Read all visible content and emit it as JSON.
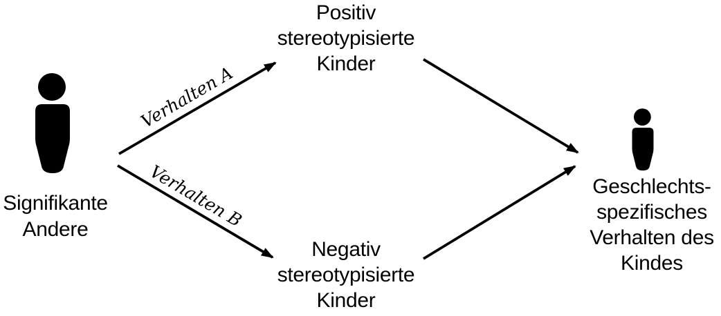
{
  "diagram": {
    "background_color": "#ffffff",
    "foreground_color": "#000000",
    "nodes": {
      "significant_other": {
        "icon": "person-icon",
        "label_lines": [
          "Signifikante",
          "Andere"
        ]
      },
      "positive_stereotyped": {
        "label_lines": [
          "Positiv",
          "stereotypisierte",
          "Kinder"
        ]
      },
      "negative_stereotyped": {
        "label_lines": [
          "Negativ",
          "stereotypisierte",
          "Kinder"
        ]
      },
      "child_behavior": {
        "icon": "person-icon",
        "label_lines": [
          "Geschlechts-",
          "spezifisches",
          "Verhalten des",
          "Kindes"
        ]
      }
    },
    "edges": [
      {
        "from": "significant_other",
        "to": "positive_stereotyped",
        "label": "Verhalten A"
      },
      {
        "from": "significant_other",
        "to": "negative_stereotyped",
        "label": "Verhalten B"
      },
      {
        "from": "positive_stereotyped",
        "to": "child_behavior",
        "label": ""
      },
      {
        "from": "negative_stereotyped",
        "to": "child_behavior",
        "label": ""
      }
    ]
  }
}
